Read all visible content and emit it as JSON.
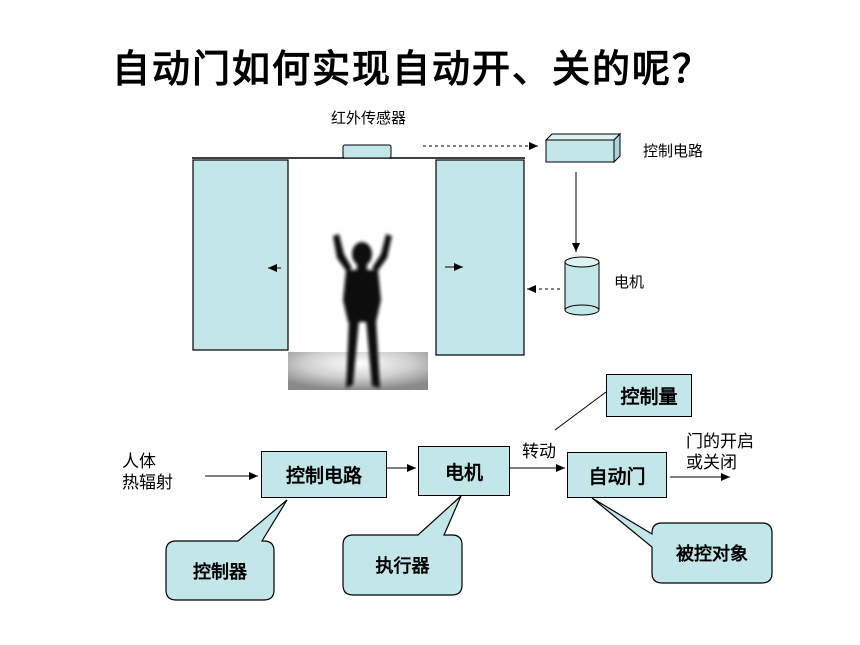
{
  "title": "自动门如何实现自动开、关的呢？",
  "door_scene": {
    "sensor_label": "红外传感器",
    "control_circuit_label": "控制电路",
    "motor_label": "电机"
  },
  "flow": {
    "input_label_line1": "人体",
    "input_label_line2": "热辐射",
    "box_control_circuit": "控制电路",
    "box_motor": "电机",
    "edge_rotation": "转动",
    "box_auto_door": "自动门",
    "box_control_quantity": "控制量",
    "output_label_line1": "门的开启",
    "output_label_line2": "或关闭"
  },
  "callouts": {
    "controller": "控制器",
    "actuator": "执行器",
    "controlled_object": "被控对象"
  },
  "colors": {
    "box_fill": "#c3e6e8",
    "stroke": "#000000"
  }
}
